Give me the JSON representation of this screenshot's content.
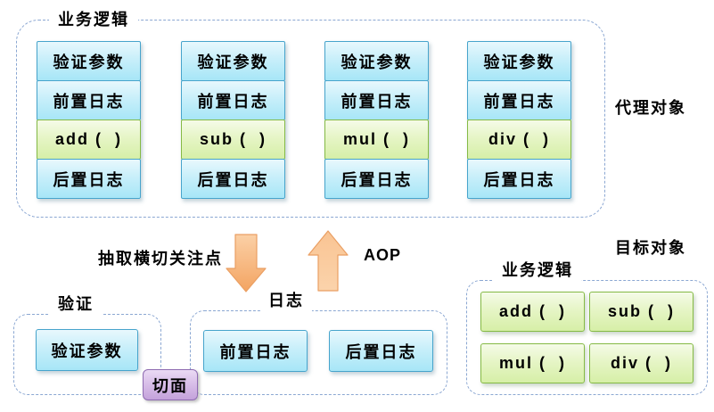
{
  "proxy": {
    "container_label": "业务逻辑",
    "side_label": "代理对象",
    "columns": [
      [
        "验证参数",
        "前置日志",
        "add (  )",
        "后置日志"
      ],
      [
        "验证参数",
        "前置日志",
        "sub (  )",
        "后置日志"
      ],
      [
        "验证参数",
        "前置日志",
        "mul (  )",
        "后置日志"
      ],
      [
        "验证参数",
        "前置日志",
        "div (  )",
        "后置日志"
      ]
    ]
  },
  "transform": {
    "extract_label": "抽取横切关注点",
    "aop_label": "AOP"
  },
  "aspects": {
    "validation": {
      "label": "验证",
      "item": "验证参数"
    },
    "log": {
      "label": "日志",
      "items": [
        "前置日志",
        "后置日志"
      ]
    },
    "aspect_badge": "切面"
  },
  "target": {
    "side_label": "目标对象",
    "container_label": "业务逻辑",
    "functions": [
      "add (  )",
      "sub (  )",
      "mul (  )",
      "div (  )"
    ]
  },
  "colors": {
    "dashed_border": "#8ba7d2",
    "blue_box_border": "#47a4cc",
    "blue_box_fill_top": "#e8f8fd",
    "blue_box_fill_bottom": "#a7e6f7",
    "green_box_border": "#85ba45",
    "green_box_fill_top": "#f5fbe8",
    "green_box_fill_bottom": "#d6efa7",
    "purple_border": "#8e6bb1",
    "purple_fill": "#c4a2db",
    "arrow_fill": "#f6b27a",
    "arrow_stroke": "#ea9f63",
    "text": "#000000"
  }
}
